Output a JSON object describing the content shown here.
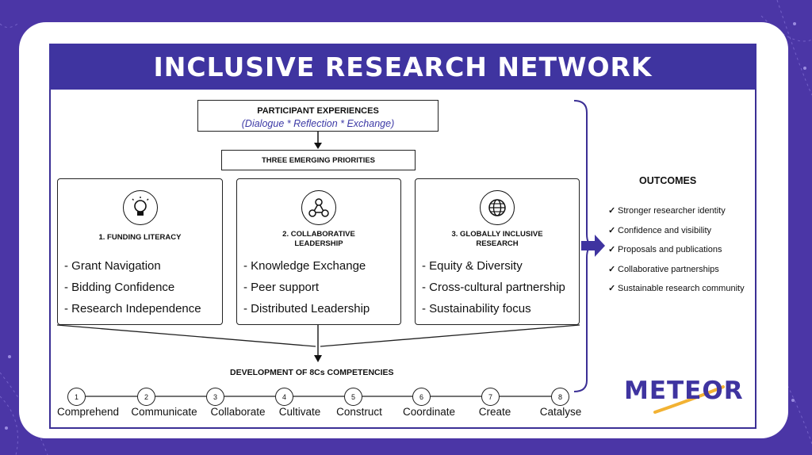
{
  "header": {
    "title": "INCLUSIVE RESEARCH NETWORK"
  },
  "participant_experiences": {
    "title": "PARTICIPANT EXPERIENCES",
    "subtitle": "(Dialogue * Reflection  * Exchange)"
  },
  "three_priorities": {
    "title": "THREE EMERGING PRIORITIES"
  },
  "priorities": [
    {
      "title": "1. FUNDING LITERACY",
      "icon": "lightbulb-icon",
      "items": [
        "- Grant Navigation",
        "- Bidding Confidence",
        "- Research Independence"
      ]
    },
    {
      "title": "2. COLLABORATIVE LEADERSHIP",
      "icon": "network-icon",
      "items": [
        "- Knowledge Exchange",
        "- Peer support",
        "- Distributed Leadership"
      ]
    },
    {
      "title": "3. GLOBALLY INCLUSIVE RESEARCH",
      "icon": "globe-icon",
      "items": [
        "- Equity & Diversity",
        "- Cross-cultural partnership",
        "- Sustainability focus"
      ]
    }
  ],
  "development": {
    "title": "DEVELOPMENT OF 8Cs COMPETENCIES"
  },
  "competencies": [
    {
      "num": "1",
      "label": "Comprehend"
    },
    {
      "num": "2",
      "label": "Communicate"
    },
    {
      "num": "3",
      "label": "Collaborate"
    },
    {
      "num": "4",
      "label": "Cultivate"
    },
    {
      "num": "5",
      "label": "Construct"
    },
    {
      "num": "6",
      "label": "Coordinate"
    },
    {
      "num": "7",
      "label": "Create"
    },
    {
      "num": "8",
      "label": "Catalyse"
    }
  ],
  "outcomes": {
    "title": "OUTCOMES",
    "check": "✓",
    "items": [
      "Stronger researcher identity",
      "Confidence and visibility",
      "Proposals and publications",
      "Collaborative partnerships",
      "Sustainable research community"
    ]
  },
  "logo": {
    "text": "METEOR"
  },
  "colors": {
    "background": "#4b36a6",
    "header": "#3f34a0",
    "accent": "#3d3aa6",
    "logo_swoosh": "#f2b233"
  }
}
